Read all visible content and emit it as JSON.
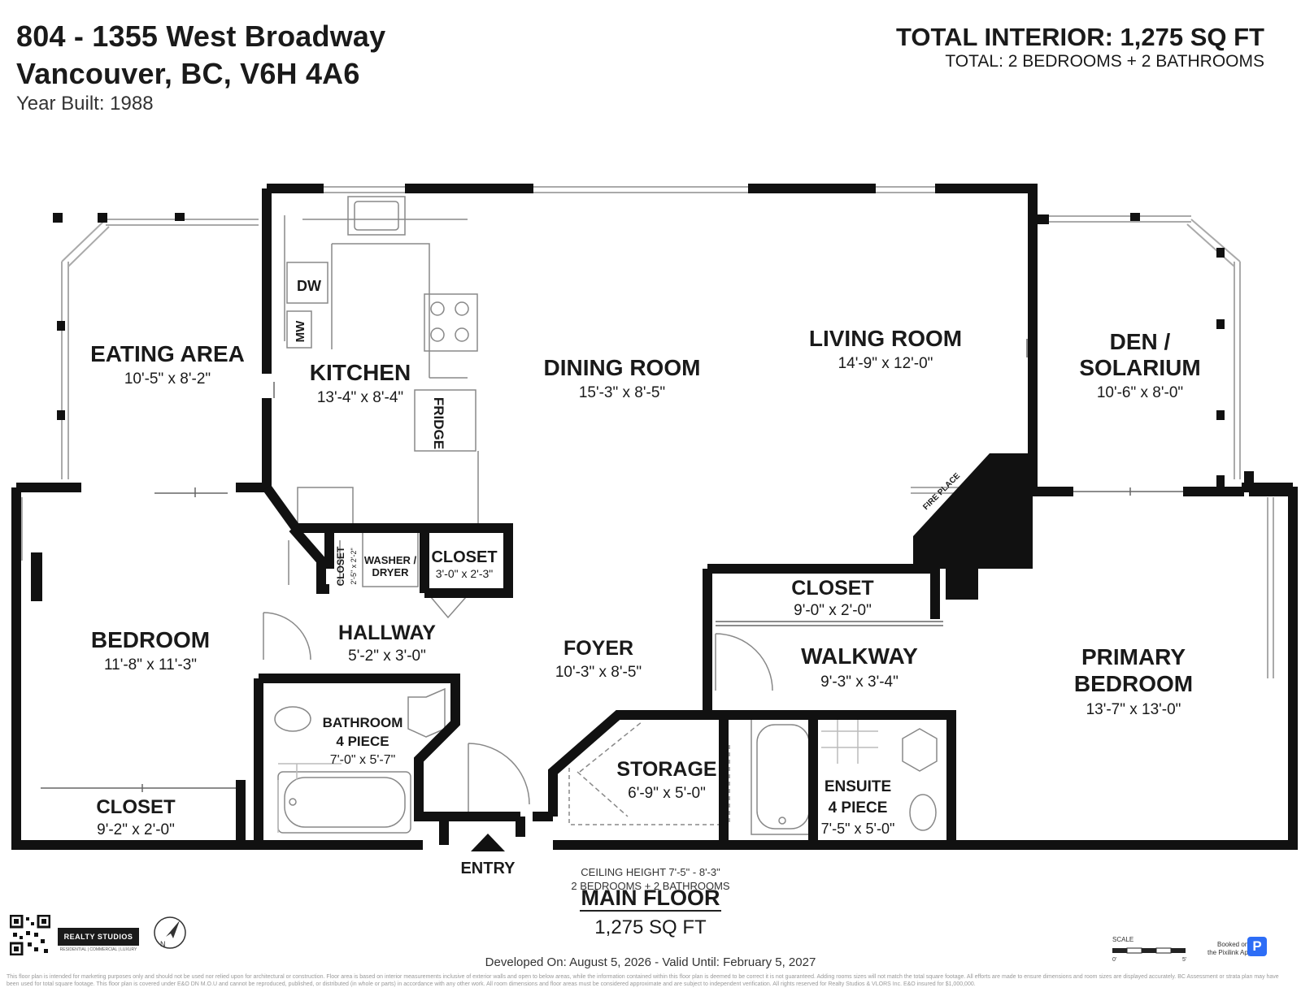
{
  "header": {
    "address_line1": "804 - 1355 West Broadway",
    "address_line2": "Vancouver, BC, V6H 4A6",
    "year_built": "Year Built: 1988",
    "total_interior": "TOTAL INTERIOR: 1,275 SQ FT",
    "total_rooms": "TOTAL: 2 BEDROOMS + 2 BATHROOMS"
  },
  "rooms": {
    "eating_area": {
      "name": "EATING AREA",
      "size": "10'-5\" x 8'-2\""
    },
    "kitchen": {
      "name": "KITCHEN",
      "size": "13'-4\" x 8'-4\""
    },
    "dining_room": {
      "name": "DINING ROOM",
      "size": "15'-3\" x 8'-5\""
    },
    "living_room": {
      "name": "LIVING ROOM",
      "size": "14'-9\" x 12'-0\""
    },
    "den": {
      "name_line1": "DEN /",
      "name_line2": "SOLARIUM",
      "size": "10'-6\" x 8'-0\""
    },
    "bedroom": {
      "name": "BEDROOM",
      "size": "11'-8\" x 11'-3\""
    },
    "closet_small": {
      "name": "CLOSET",
      "size": "2'-5\" x 2'-2\""
    },
    "washer": {
      "line1": "WASHER /",
      "line2": "DRYER"
    },
    "closet_hall": {
      "name": "CLOSET",
      "size": "3'-0\" x 2'-3\""
    },
    "hallway": {
      "name": "HALLWAY",
      "size": "5'-2\" x 3'-0\""
    },
    "foyer": {
      "name": "FOYER",
      "size": "10'-3\" x 8'-5\""
    },
    "closet_walk": {
      "name": "CLOSET",
      "size": "9'-0\" x 2'-0\""
    },
    "walkway": {
      "name": "WALKWAY",
      "size": "9'-3\" x 3'-4\""
    },
    "primary": {
      "name_line1": "PRIMARY",
      "name_line2": "BEDROOM",
      "size": "13'-7\" x 13'-0\""
    },
    "bathroom": {
      "name_line1": "BATHROOM",
      "name_line2": "4 PIECE",
      "size": "7'-0\" x 5'-7\""
    },
    "storage": {
      "name": "STORAGE",
      "size": "6'-9\" x 5'-0\""
    },
    "ensuite": {
      "name_line1": "ENSUITE",
      "name_line2": "4 PIECE",
      "size": "7'-5\" x 5'-0\""
    },
    "closet_bed": {
      "name": "CLOSET",
      "size": "9'-2\" x 2'-0\""
    }
  },
  "fixtures": {
    "dw": "DW",
    "mw": "MW",
    "fridge": "FRIDGE",
    "fireplace": "FIRE PLACE"
  },
  "entry": "ENTRY",
  "notes": {
    "ceiling": "CEILING HEIGHT 7'-5\" - 8'-3\"",
    "bedbath": "2 BEDROOMS + 2 BATHROOMS"
  },
  "main_floor": {
    "title": "MAIN FLOOR",
    "size": "1,275 SQ FT"
  },
  "footer": {
    "developed": "Developed On: August 5, 2026 - Valid Until: February 5, 2027",
    "disclaimer": "This floor plan is intended for marketing purposes only and should not be used nor relied upon for architectural or construction. Floor area is based on interior measurements inclusive of exterior walls and open to below areas, while the information contained within this floor plan is deemed to be correct it is not guaranteed. Adding rooms sizes will not match the total square footage. All efforts are made to ensure dimensions and room sizes are displayed accurately. BC Assessment or strata plan may have been used for total square footage. This floor plan is covered under E&O DN M.O.U and cannot be reproduced, published, or distributed (in whole or parts) in accordance with any other work. All room dimensions and floor areas must be considered approximate and are subject to independent verification. All rights reserved for Realty Studios & VLORS Inc. E&O insured for $1,000,000.",
    "logo": "REALTY STUDIOS",
    "logo_sub": "RESIDENTIAL | COMMERCIAL | LUXURY",
    "scale_label": "SCALE",
    "scale_0": "0'",
    "scale_5": "5'",
    "booked_line1": "Booked on",
    "booked_line2": "the Pixilink App™",
    "app_letter": "P",
    "compass_letter": "N"
  }
}
